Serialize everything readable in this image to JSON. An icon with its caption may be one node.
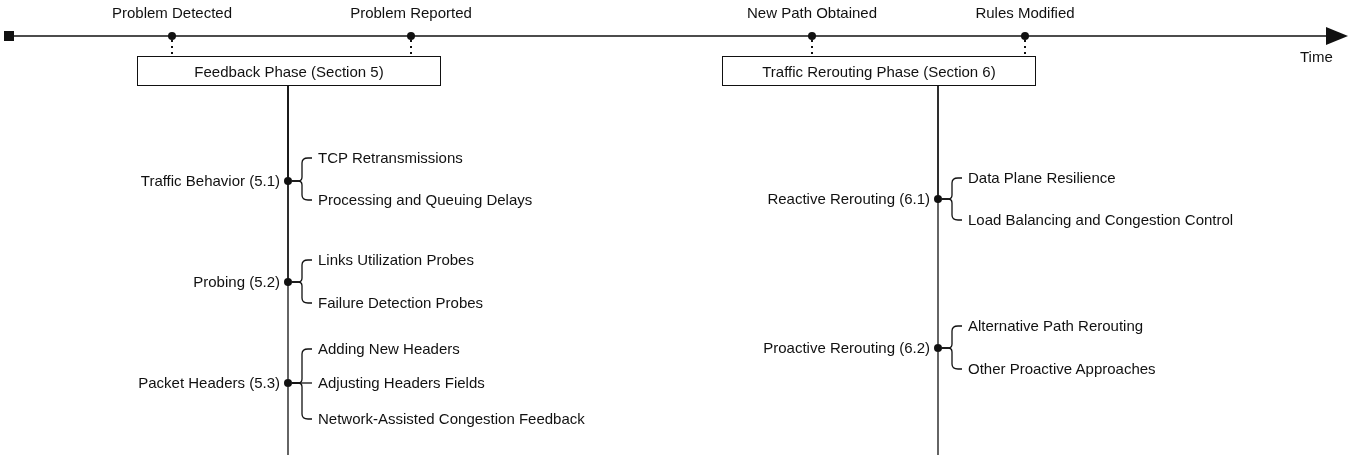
{
  "diagram": {
    "nodes": [
      {
        "text": [
          "Problem Detected"
        ]
      },
      {
        "text": [
          "Problem Reported"
        ]
      },
      {
        "text": [
          "New Path Obtained"
        ]
      },
      {
        "text": [
          "Rules Modified"
        ]
      },
      {
        "text": [
          "Feedback Phase (Section 5)"
        ]
      },
      {
        "text": [
          "Traffic Rerouting Phase (Section 6)"
        ]
      },
      {
        "text": [
          "Traffic Behavior (5.1)"
        ]
      },
      {
        "text": [
          "TCP Retransmissions"
        ]
      },
      {
        "text": [
          "Processing and Queuing Delays"
        ]
      },
      {
        "text": [
          "Probing (5.2)"
        ]
      },
      {
        "text": [
          "Links Utilization Probes"
        ]
      },
      {
        "text": [
          "Failure Detection Probes"
        ]
      },
      {
        "text": [
          "Packet Headers (5.3)"
        ]
      },
      {
        "text": [
          "Adding New Headers"
        ]
      },
      {
        "text": [
          "Adjusting Headers Fields"
        ]
      },
      {
        "text": [
          "Network-Assisted Congestion Feedback"
        ]
      },
      {
        "text": [
          "Reactive Rerouting (6.1)"
        ]
      },
      {
        "text": [
          "Data Plane Resilience"
        ]
      },
      {
        "text": [
          "Load Balancing and Congestion Control"
        ]
      },
      {
        "text": [
          "Proactive Rerouting (6.2)"
        ]
      },
      {
        "text": [
          "Alternative Path Rerouting"
        ]
      },
      {
        "text": [
          "Other Proactive Approaches"
        ]
      }
    ],
    "edges": [
      {
        "from": 0,
        "to": 4,
        "arrow": "none",
        "style": "dashed"
      },
      {
        "from": 1,
        "to": 4,
        "arrow": "none",
        "style": "dashed"
      },
      {
        "from": 2,
        "to": 5,
        "arrow": "none",
        "style": "dashed"
      },
      {
        "from": 3,
        "to": 5,
        "arrow": "none",
        "style": "dashed"
      },
      {
        "from": 4,
        "to": 6,
        "arrow": "none"
      },
      {
        "from": 4,
        "to": 9,
        "arrow": "none"
      },
      {
        "from": 4,
        "to": 12,
        "arrow": "none"
      },
      {
        "from": 6,
        "to": 7,
        "arrow": "none"
      },
      {
        "from": 6,
        "to": 8,
        "arrow": "none"
      },
      {
        "from": 9,
        "to": 10,
        "arrow": "none"
      },
      {
        "from": 9,
        "to": 11,
        "arrow": "none"
      },
      {
        "from": 12,
        "to": 13,
        "arrow": "none"
      },
      {
        "from": 12,
        "to": 14,
        "arrow": "none"
      },
      {
        "from": 12,
        "to": 15,
        "arrow": "none"
      },
      {
        "from": 5,
        "to": 16,
        "arrow": "none"
      },
      {
        "from": 5,
        "to": 19,
        "arrow": "none"
      },
      {
        "from": 16,
        "to": 17,
        "arrow": "none"
      },
      {
        "from": 16,
        "to": 18,
        "arrow": "none"
      },
      {
        "from": 19,
        "to": 20,
        "arrow": "none"
      },
      {
        "from": 19,
        "to": 21,
        "arrow": "none"
      }
    ],
    "labels": [
      "Time"
    ]
  }
}
